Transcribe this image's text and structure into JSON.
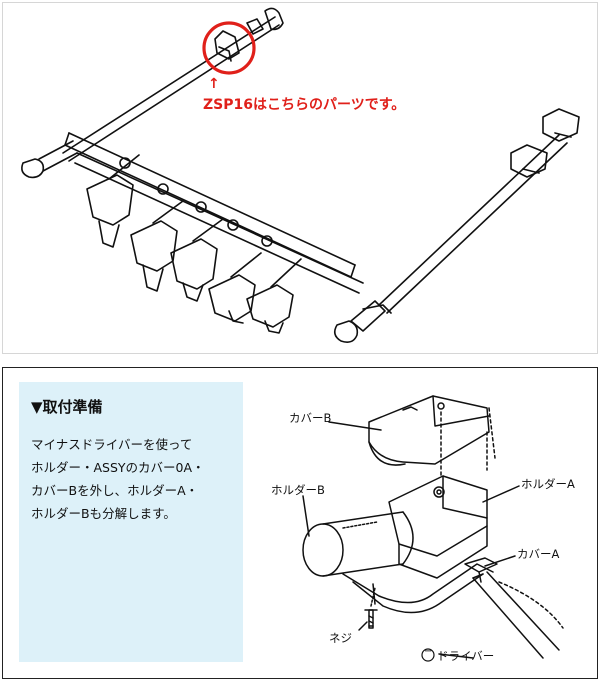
{
  "callout": {
    "arrow": "↑",
    "text": "ZSP16はこちらのパーツです。",
    "color": "#e0201a"
  },
  "instructions": {
    "title": "▼取付準備",
    "lines": [
      "マイナスドライバーを使って",
      "ホルダー・ASSYのカバー0A・",
      "カバーBを外し、ホルダーA・",
      "ホルダーBも分解します。"
    ],
    "background": "#ddf1f9"
  },
  "parts_labels": {
    "cover_b": "カバーB",
    "holder_b": "ホルダーB",
    "holder_a": "ホルダーA",
    "cover_a": "カバーA",
    "screw": "ネジ",
    "driver": "ドライバー",
    "driver_symbol": "−"
  }
}
